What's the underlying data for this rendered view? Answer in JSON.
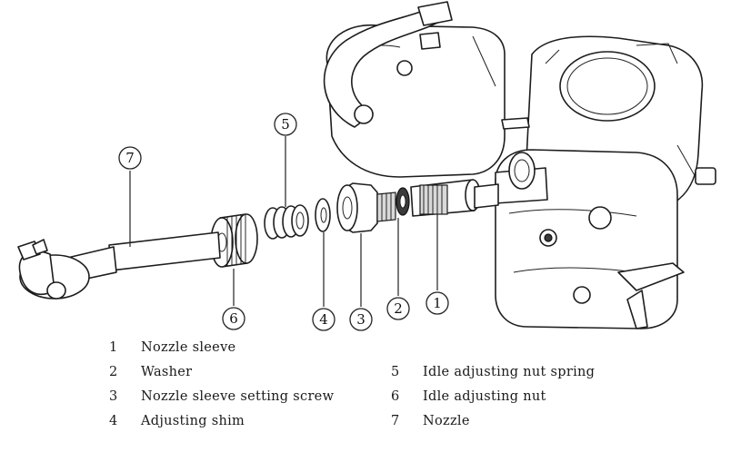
{
  "callouts": [
    {
      "id": "c7",
      "label": "7"
    },
    {
      "id": "c5",
      "label": "5"
    },
    {
      "id": "c6",
      "label": "6"
    },
    {
      "id": "c4",
      "label": "4"
    },
    {
      "id": "c3",
      "label": "3"
    },
    {
      "id": "c2",
      "label": "2"
    },
    {
      "id": "c1",
      "label": "1"
    }
  ],
  "legend": [
    {
      "num": "1",
      "text": "Nozzle sleeve"
    },
    {
      "num": "2",
      "text": "Washer"
    },
    {
      "num": "3",
      "text": "Nozzle sleeve setting screw"
    },
    {
      "num": "4",
      "text": "Adjusting shim"
    },
    {
      "num": "5",
      "text": "Idle adjusting nut spring"
    },
    {
      "num": "6",
      "text": "Idle adjusting nut"
    },
    {
      "num": "7",
      "text": "Nozzle"
    }
  ]
}
